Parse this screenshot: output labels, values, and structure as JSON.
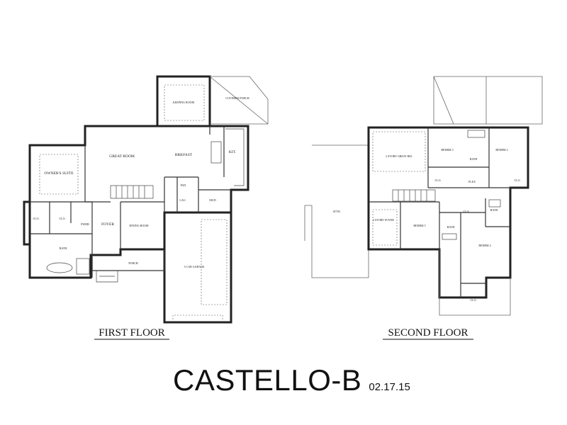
{
  "title": "CASTELLO-B",
  "date": "02.17.15",
  "first_floor": {
    "heading": "FIRST FLOOR",
    "rooms": {
      "keeping_room": "KEEPING ROOM",
      "covered_porch": "COVERED PORCH",
      "great_room": "GREAT ROOM",
      "brkfast": "BRKFAST",
      "kit": "KIT.",
      "owners_suite": "OWNER'S SUITE",
      "pan": "PAN.",
      "lau": "LAU.",
      "mud": "MUD",
      "clo_a": "CLO.",
      "clo_b": "CLO.",
      "pwdr": "PWDR",
      "foyer": "FOYER",
      "dining_room": "DINING ROOM",
      "bath": "BATH",
      "porch": "PORCH",
      "garage": "3 CAR GARAGE"
    }
  },
  "second_floor": {
    "heading": "SECOND FLOOR",
    "rooms": {
      "bedrm3": "BEDRM 3",
      "bedrm2": "BEDRM 2",
      "great_rm_open": "2 STORY GREAT RM.",
      "bath_a": "BATH",
      "clo_a": "CLO.",
      "flex": "FLEX",
      "clo_b": "CLO.",
      "attic": "ATTIC",
      "foyer_open": "2 STORY FOYER",
      "bedrm5": "BEDRM 5",
      "clo_c": "CLO.",
      "bath_b": "BATH",
      "bath_c": "BATH",
      "bedrm4": "BEDRM 4",
      "clo_d": "CLO."
    }
  }
}
